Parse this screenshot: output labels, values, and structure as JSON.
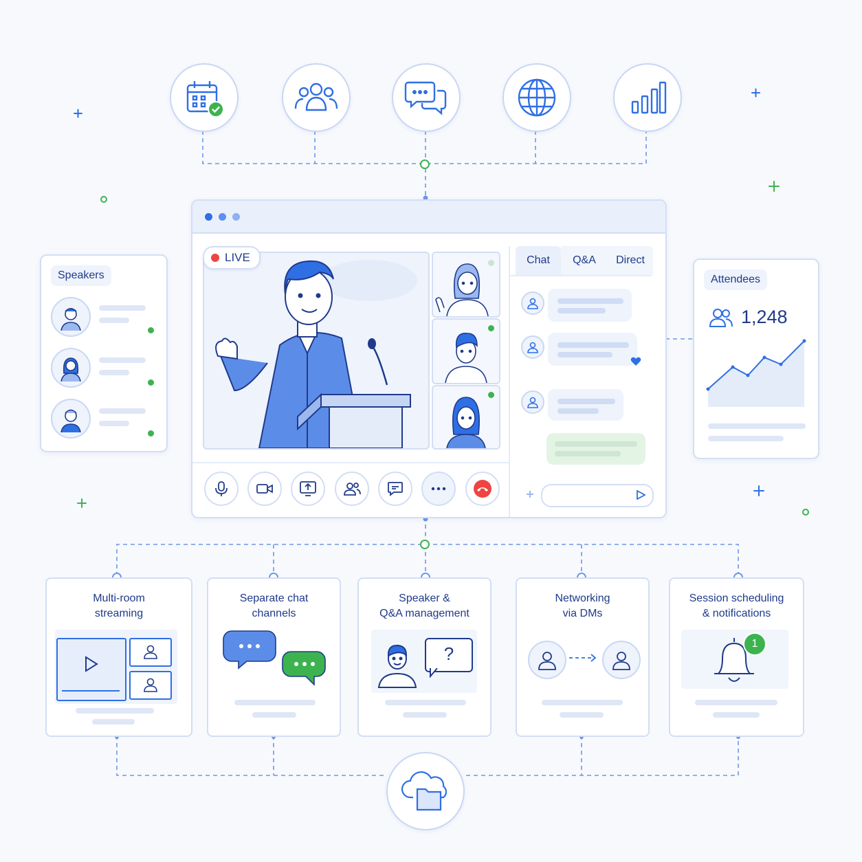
{
  "live_badge": "LIVE",
  "chat_tabs": [
    "Chat",
    "Q&A",
    "Direct"
  ],
  "speakers_panel": {
    "title": "Speakers"
  },
  "attendees_panel": {
    "title": "Attendees",
    "count": "1,248"
  },
  "top_icons": [
    "calendar-check-icon",
    "group-icon",
    "chat-bubbles-icon",
    "globe-icon",
    "bar-chart-icon"
  ],
  "controls": [
    "microphone-icon",
    "camera-icon",
    "screen-share-icon",
    "participants-icon",
    "chat-icon",
    "more-icon",
    "end-call-icon"
  ],
  "features": [
    {
      "title": "Multi-room\nstreaming"
    },
    {
      "title": "Separate chat\nchannels"
    },
    {
      "title": "Speaker &\nQ&A management"
    },
    {
      "title": "Networking\nvia DMs"
    },
    {
      "title": "Session scheduling\n& notifications"
    }
  ],
  "notification_count": "1",
  "question_mark": "?",
  "colors": {
    "accent": "#2f6fe4",
    "green": "#3db350",
    "red": "#ef4444",
    "line": "#6f97e6"
  }
}
